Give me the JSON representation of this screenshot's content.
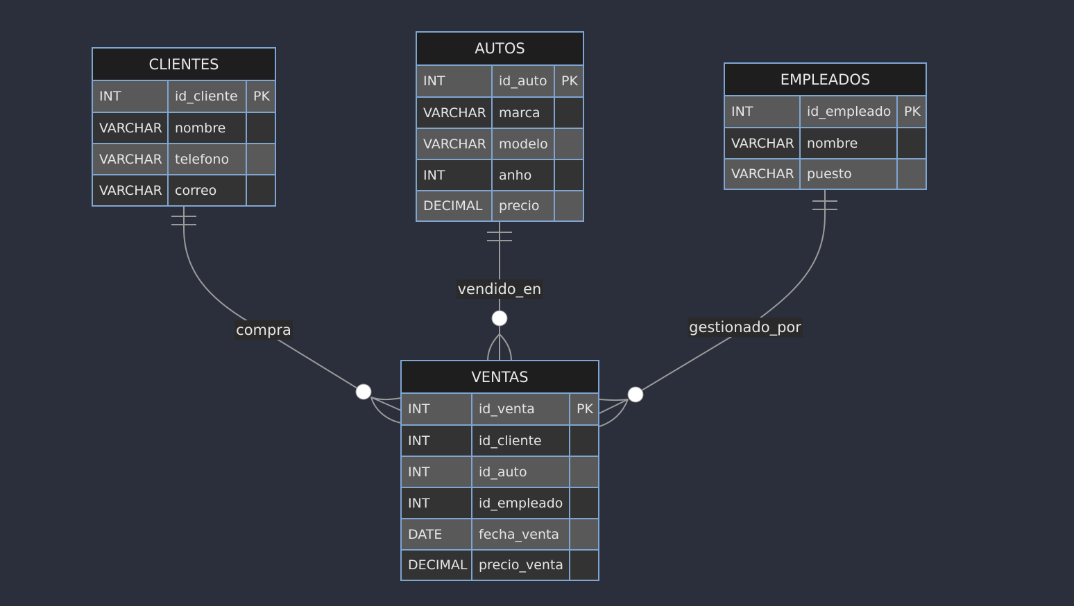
{
  "entities": {
    "clientes": {
      "title": "CLIENTES",
      "rows": [
        {
          "type": "INT",
          "name": "id_cliente",
          "key": "PK"
        },
        {
          "type": "VARCHAR",
          "name": "nombre",
          "key": ""
        },
        {
          "type": "VARCHAR",
          "name": "telefono",
          "key": ""
        },
        {
          "type": "VARCHAR",
          "name": "correo",
          "key": ""
        }
      ]
    },
    "autos": {
      "title": "AUTOS",
      "rows": [
        {
          "type": "INT",
          "name": "id_auto",
          "key": "PK"
        },
        {
          "type": "VARCHAR",
          "name": "marca",
          "key": ""
        },
        {
          "type": "VARCHAR",
          "name": "modelo",
          "key": ""
        },
        {
          "type": "INT",
          "name": "anho",
          "key": ""
        },
        {
          "type": "DECIMAL",
          "name": "precio",
          "key": ""
        }
      ]
    },
    "empleados": {
      "title": "EMPLEADOS",
      "rows": [
        {
          "type": "INT",
          "name": "id_empleado",
          "key": "PK"
        },
        {
          "type": "VARCHAR",
          "name": "nombre",
          "key": ""
        },
        {
          "type": "VARCHAR",
          "name": "puesto",
          "key": ""
        }
      ]
    },
    "ventas": {
      "title": "VENTAS",
      "rows": [
        {
          "type": "INT",
          "name": "id_venta",
          "key": "PK"
        },
        {
          "type": "INT",
          "name": "id_cliente",
          "key": ""
        },
        {
          "type": "INT",
          "name": "id_auto",
          "key": ""
        },
        {
          "type": "INT",
          "name": "id_empleado",
          "key": ""
        },
        {
          "type": "DATE",
          "name": "fecha_venta",
          "key": ""
        },
        {
          "type": "DECIMAL",
          "name": "precio_venta",
          "key": ""
        }
      ]
    }
  },
  "relationships": {
    "compra": {
      "label": "compra",
      "from": "CLIENTES",
      "to": "VENTAS"
    },
    "vendido_en": {
      "label": "vendido_en",
      "from": "AUTOS",
      "to": "VENTAS"
    },
    "gestionado_por": {
      "label": "gestionado_por",
      "from": "EMPLEADOS",
      "to": "VENTAS"
    }
  },
  "colors": {
    "background": "#2a2f3b",
    "border": "#7fa5d3",
    "header": "#1e1e1e",
    "row_light": "#595959",
    "row_dark": "#333333",
    "edge": "#9a9a9a"
  }
}
